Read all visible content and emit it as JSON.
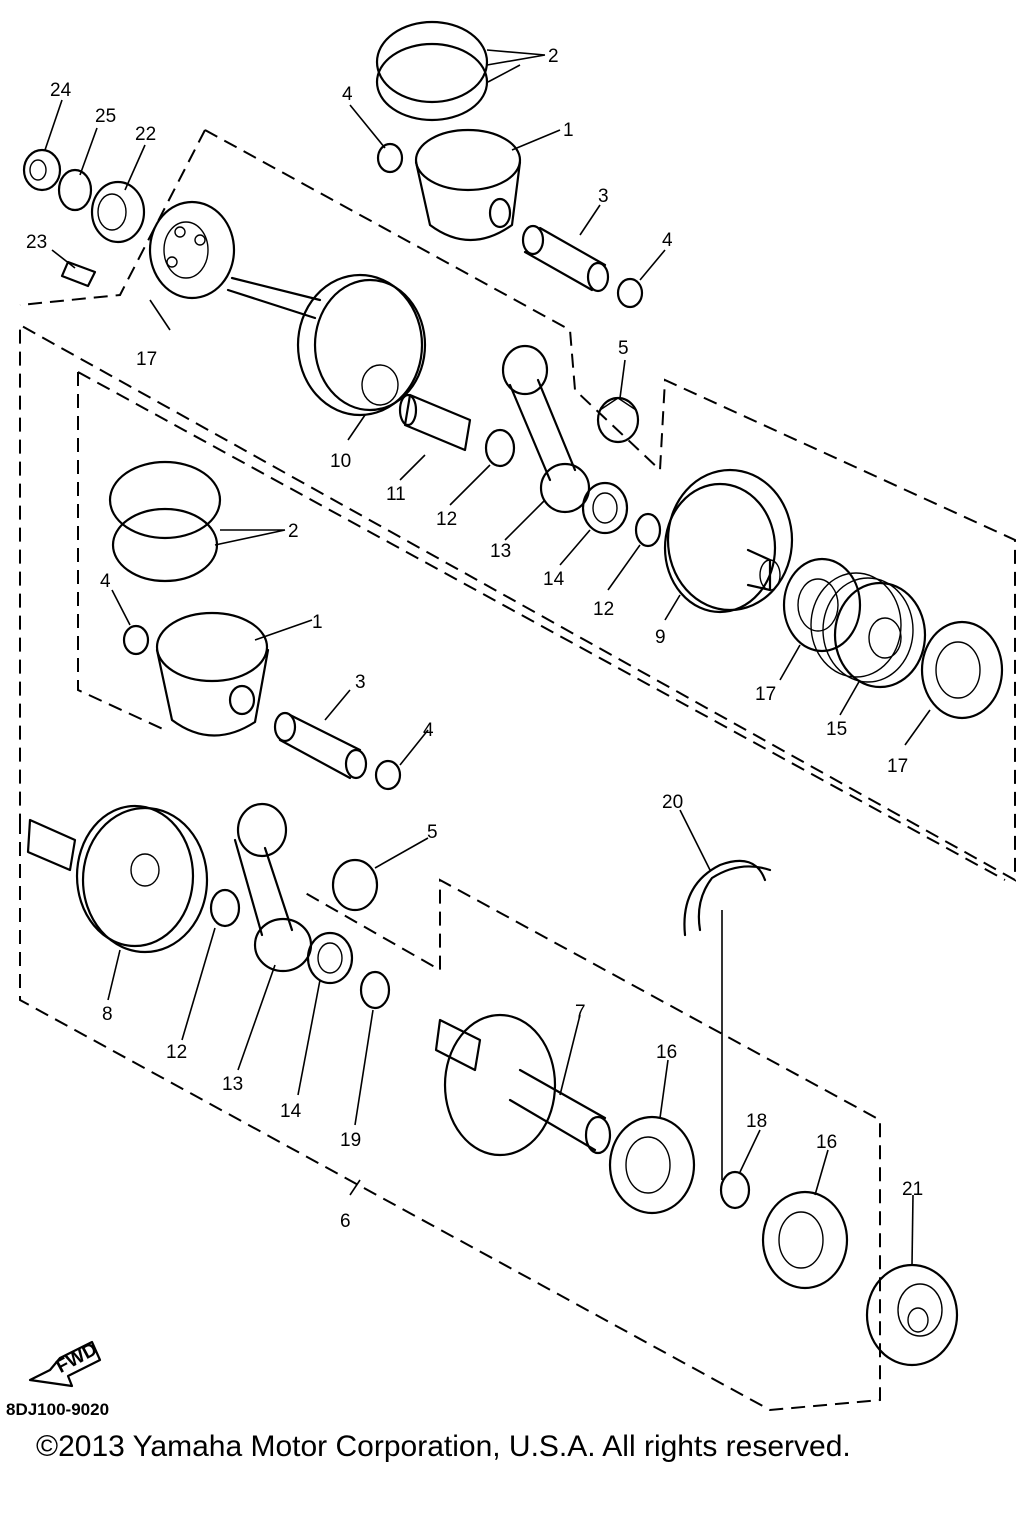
{
  "diagram": {
    "part_code": "8DJ100-9020",
    "fwd_label": "FWD",
    "copyright": "©2013 Yamaha Motor Corporation, U.S.A. All rights reserved."
  },
  "callouts": {
    "c1a": "1",
    "c1b": "1",
    "c2a": "2",
    "c2b": "2",
    "c3a": "3",
    "c3b": "3",
    "c4a": "4",
    "c4b": "4",
    "c4c": "4",
    "c4d": "4",
    "c5a": "5",
    "c5b": "5",
    "c6": "6",
    "c7": "7",
    "c8": "8",
    "c9": "9",
    "c10": "10",
    "c11": "11",
    "c12a": "12",
    "c12b": "12",
    "c12c": "12",
    "c13a": "13",
    "c13b": "13",
    "c14a": "14",
    "c14b": "14",
    "c15": "15",
    "c16a": "16",
    "c16b": "16",
    "c17a": "17",
    "c17b": "17",
    "c17c": "17",
    "c18": "18",
    "c19": "19",
    "c20": "20",
    "c21": "21",
    "c22": "22",
    "c23": "23",
    "c24": "24",
    "c25": "25"
  }
}
